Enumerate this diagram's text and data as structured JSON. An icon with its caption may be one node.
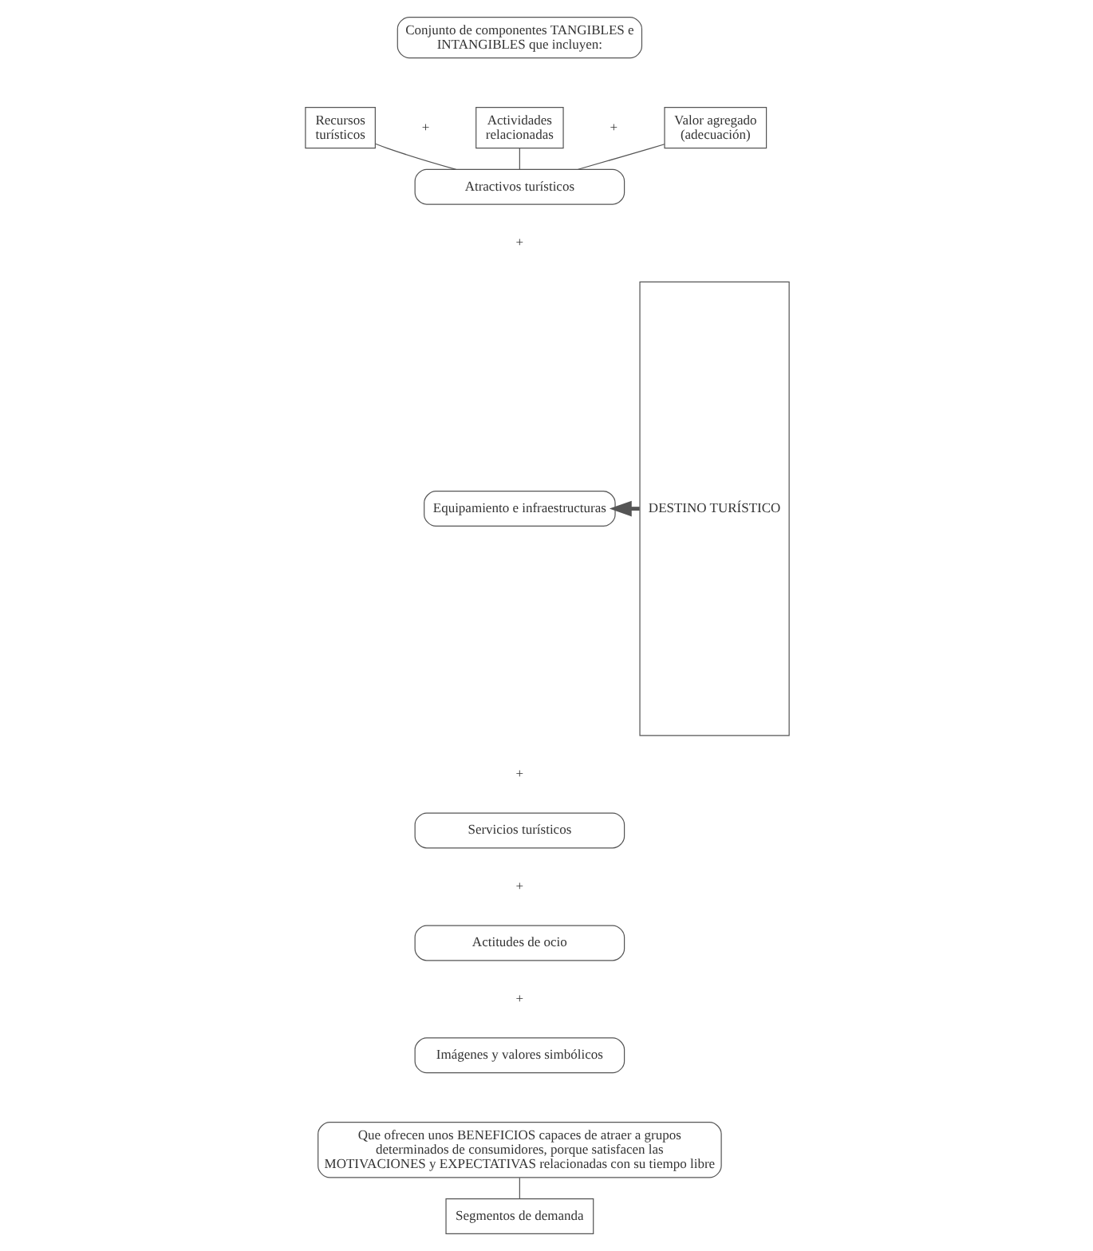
{
  "diagram": {
    "nodes": [
      {
        "text": [
          "Conjunto de componentes TANGIBLES e INTANGIBLES que incluyen:"
        ]
      },
      {
        "text": [
          "Recursos turísticos"
        ]
      },
      {
        "text": [
          "Actividades relacionadas"
        ]
      },
      {
        "text": [
          "Valor agregado (adecuación)"
        ]
      },
      {
        "text": [
          "Atractivos turísticos"
        ]
      },
      {
        "text": [
          "Equipamiento e infraestructuras"
        ]
      },
      {
        "text": [
          "Servicios turísticos"
        ]
      },
      {
        "text": [
          "Actitudes de ocio"
        ]
      },
      {
        "text": [
          "Imágenes y valores simbólicos"
        ]
      },
      {
        "text": [
          "Que ofrecen unos BENEFICIOS capaces de atraer a grupos determinados de consumidores, porque satisfacen las MOTIVACIONES y EXPECTATIVAS relacionadas con su tiempo libre"
        ]
      },
      {
        "text": [
          "Segmentos de demanda"
        ]
      },
      {
        "text": [
          "DESTINO TURÍSTICO"
        ]
      }
    ],
    "edges": [
      {
        "from": 1,
        "to": 4,
        "arrow": "none"
      },
      {
        "from": 2,
        "to": 4,
        "arrow": "none"
      },
      {
        "from": 3,
        "to": 4,
        "arrow": "none"
      },
      {
        "from": 11,
        "to": 5,
        "arrow": "to",
        "style": "thick"
      },
      {
        "from": 9,
        "to": 10,
        "arrow": "none"
      }
    ],
    "labels": [
      "+",
      "+",
      "+",
      "+",
      "+",
      "+"
    ]
  }
}
